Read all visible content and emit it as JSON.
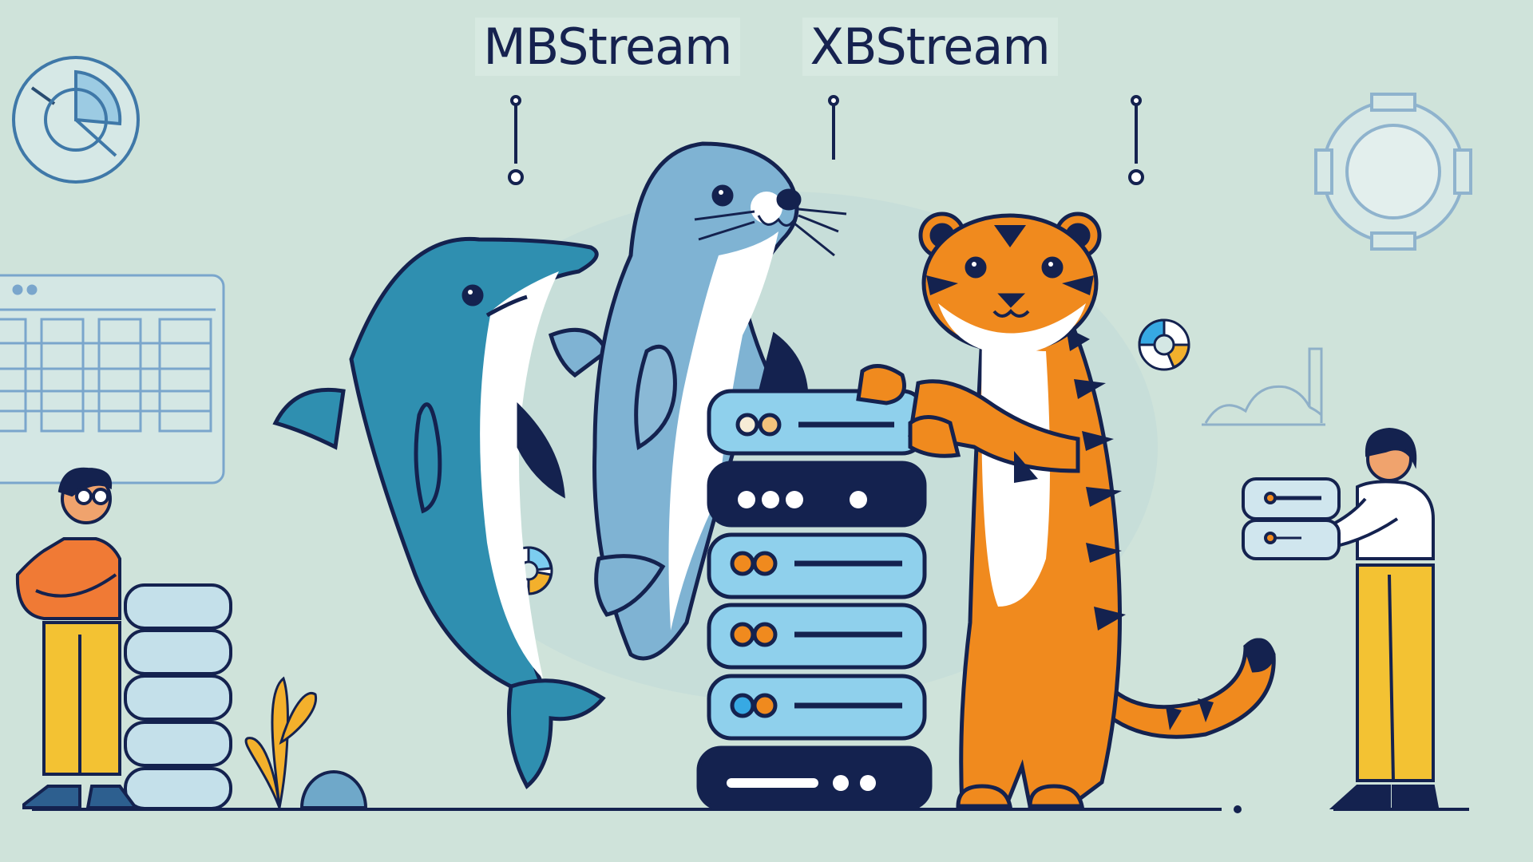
{
  "title": {
    "left": "MBStream",
    "right": "XBStream"
  },
  "scene": {
    "background": "#cfe3da",
    "characters": [
      {
        "name": "dolphin",
        "color": "#2f8fb0"
      },
      {
        "name": "seal",
        "color": "#7fb3d3"
      },
      {
        "name": "tiger",
        "color": "#f08a1e"
      },
      {
        "name": "person-left-glasses",
        "shirt": "#f07a35",
        "pants": "#f3c233"
      },
      {
        "name": "person-right",
        "shirt": "#ffffff",
        "pants": "#f3c233"
      }
    ],
    "server_stack_units": 6,
    "accent_dark": "#14224f",
    "accent_orange": "#f08a1e",
    "accent_light_blue": "#8fd0ec"
  }
}
